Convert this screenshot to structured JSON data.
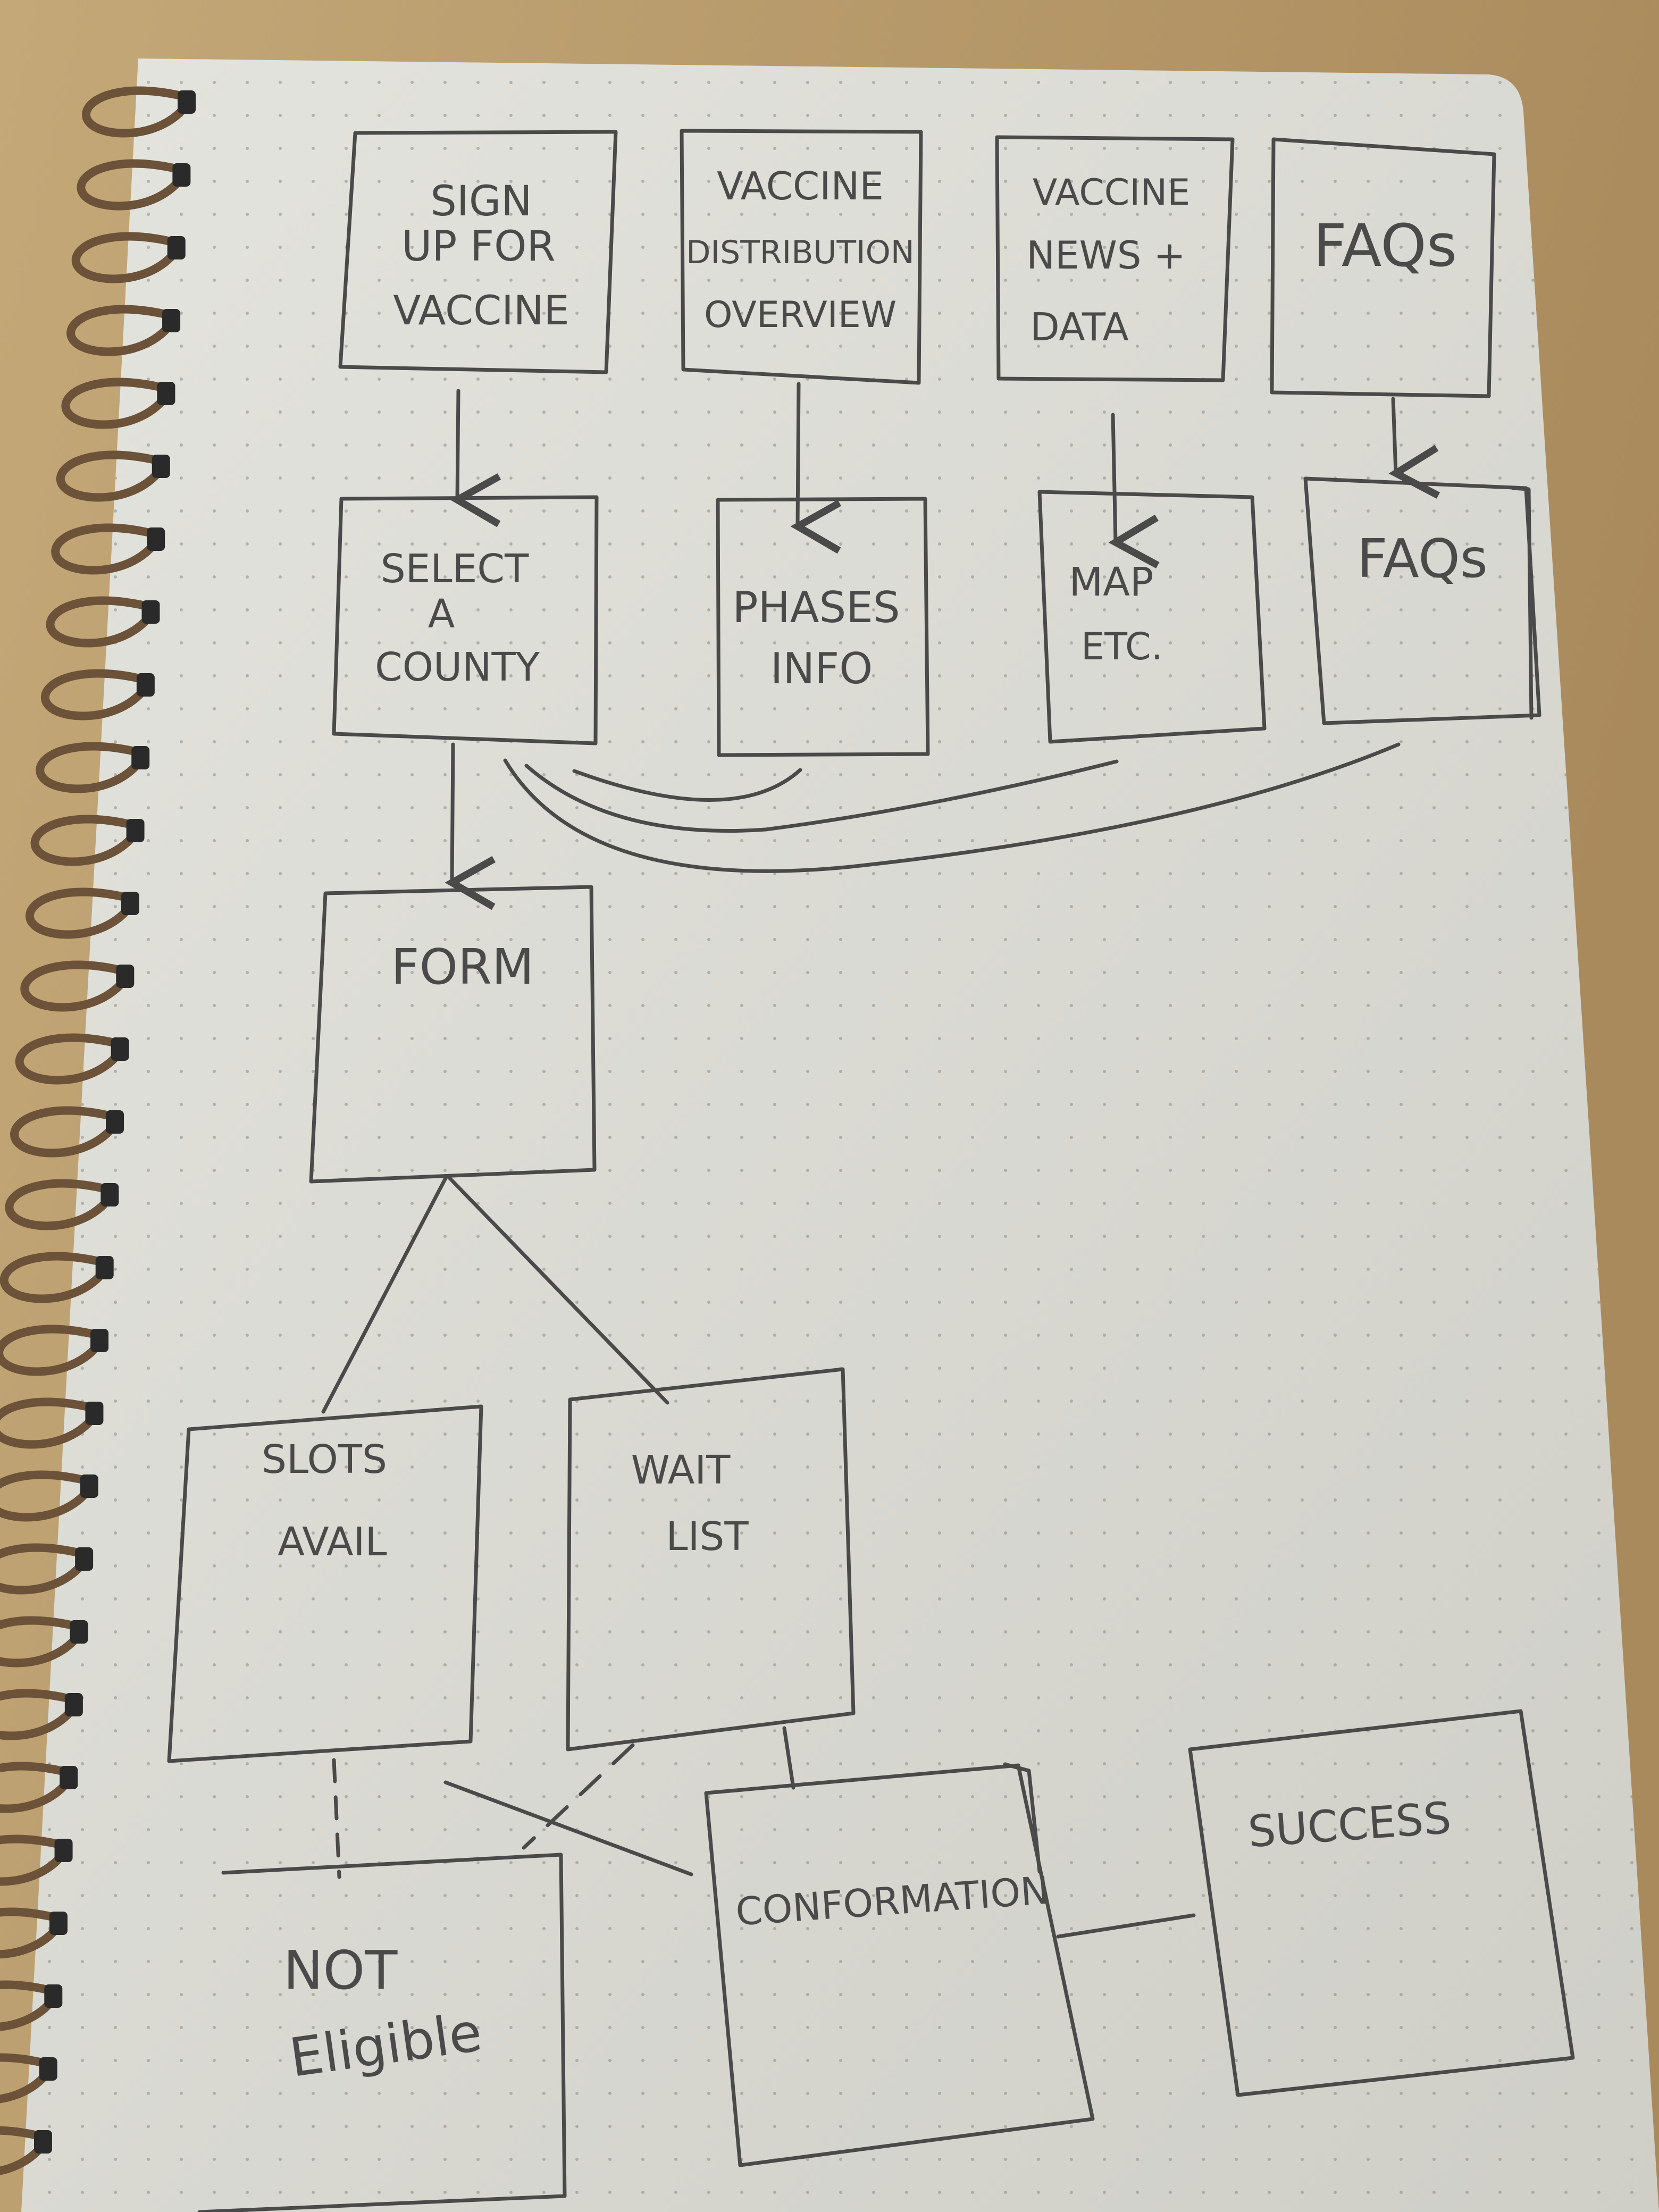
{
  "colors": {
    "desk": "#b89a6c",
    "paper": "#dcdcd6",
    "pencil": "#4a4a4a",
    "coil": "#6b5238",
    "dot": "#8a8a84"
  },
  "boxes": {
    "sign_up": {
      "lines": [
        "SIGN",
        "UP FOR",
        "VACCINE"
      ]
    },
    "vaccine_distribution": {
      "lines": [
        "VACCINE",
        "DISTRIBUTION",
        "OVERVIEW"
      ]
    },
    "vaccine_news": {
      "lines": [
        "VACCINE",
        "NEWS +",
        "DATA"
      ]
    },
    "faqs_top": {
      "lines": [
        "FAQs"
      ]
    },
    "select_county": {
      "lines": [
        "SELECT",
        "A",
        "COUNTY"
      ]
    },
    "phases_info": {
      "lines": [
        "PHASES",
        "INFO"
      ]
    },
    "map_etc": {
      "lines": [
        "MAP",
        "ETC."
      ]
    },
    "faqs": {
      "lines": [
        "FAQs"
      ]
    },
    "form": {
      "lines": [
        "FORM"
      ]
    },
    "slots_avail": {
      "lines": [
        "SLOTS",
        "AVAIL"
      ]
    },
    "wait_list": {
      "lines": [
        "WAIT",
        "LIST"
      ]
    },
    "confirmation": {
      "lines": [
        "CONFORMATION"
      ]
    },
    "success": {
      "lines": [
        "SUCCESS"
      ]
    },
    "not_eligible": {
      "lines": [
        "NOT",
        "Eligible"
      ]
    }
  }
}
